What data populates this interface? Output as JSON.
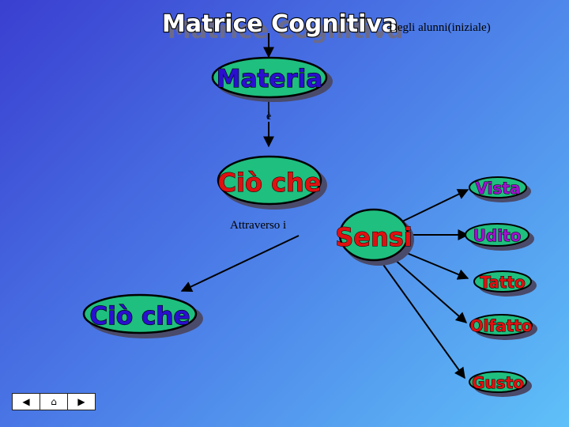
{
  "title": "Matrice Cognitiva",
  "subtitle": "Degli alunni(iniziale)",
  "nodes": {
    "materia": "Materia",
    "cio_che_top": "Ciò che",
    "sensi": "Sensi",
    "cio_che_bottom": "Ciò che"
  },
  "senses": [
    "Vista",
    "Udito",
    "Tatto",
    "Olfatto",
    "Gusto"
  ],
  "edge_labels": {
    "e": "è",
    "attraverso": "Attraverso i"
  },
  "colors": {
    "node_fill": "#1fbf7f",
    "node_shadow": "#4a4a6a",
    "blue_label": "#2a0fd0",
    "red_label": "#e01010",
    "purple_label": "#a010d0"
  },
  "nav": {
    "prev_icon": "arrow-left-icon",
    "home_icon": "home-icon",
    "next_icon": "arrow-right-icon"
  }
}
